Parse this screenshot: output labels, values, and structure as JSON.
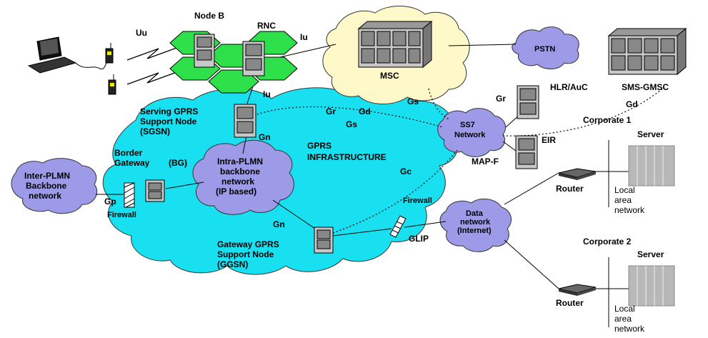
{
  "colors": {
    "gprs_cloud": "#18e0f0",
    "cloud_purple": "#9d9ae8",
    "cloud_yellow": "#fff8c8",
    "node_b_green": "#2ee04a",
    "server_fill": "#c8c8c8",
    "line": "#000000"
  },
  "icons": [
    "laptop-icon",
    "mobile-phone-icon",
    "server-icon",
    "router-icon",
    "firewall-icon",
    "server-rack-icon"
  ],
  "labels": {
    "uu": "Uu",
    "node_b": "Node B",
    "rnc": "RNC",
    "iu_top": "Iu",
    "iu_sgsn": "Iu",
    "msc": "MSC",
    "pstn": "PSTN",
    "sms_gmsc": "SMS-GMSC",
    "hlr_auc": "HLR/AuC",
    "gr_hlr": "Gr",
    "gd_sms": "Gd",
    "gs_msc": "Gs",
    "ss7_line1": "SS7",
    "ss7_line2": "Network",
    "eir": "EIR",
    "map_f": "MAP-F",
    "sgsn_line1": "Serving  GPRS",
    "sgsn_line2": "Support Node",
    "sgsn_line3": "(SGSN)",
    "gr_mid": "Gr",
    "gd_mid": "Gd",
    "gs_mid": "Gs",
    "gn_top": "Gn",
    "border_gw_line1": "Border",
    "border_gw_line2": "Gateway",
    "bg": "(BG)",
    "plmn_line1": "Intra-PLMN",
    "plmn_line2": "backbone",
    "plmn_line3": "network",
    "plmn_line4": "(IP based)",
    "gprs_infra_line1": "GPRS",
    "gprs_infra_line2": "INFRASTRUCTURE",
    "gc": "Gc",
    "inter_plmn_line1": "Inter-PLMN",
    "inter_plmn_line2": "Backbone",
    "inter_plmn_line3": "network",
    "gp": "Gp",
    "firewall_left": "Firewall",
    "gn_bottom": "Gn",
    "ggsn_line1": "Gateway    GPRS",
    "ggsn_line2": "Support  Node",
    "ggsn_line3": "(GGSN)",
    "firewall_right": "Firewall",
    "glip": "GLIP",
    "data_net_line1": "Data",
    "data_net_line2": "network",
    "data_net_line3": "(Internet)",
    "corporate1": "Corporate 1",
    "server1": "Server",
    "router1": "Router",
    "lan1_line1": "Local",
    "lan1_line2": "area",
    "lan1_line3": "network",
    "corporate2": "Corporate 2",
    "server2": "Server",
    "router2": "Router",
    "lan2_line1": "Local",
    "lan2_line2": "area",
    "lan2_line3": "network"
  }
}
